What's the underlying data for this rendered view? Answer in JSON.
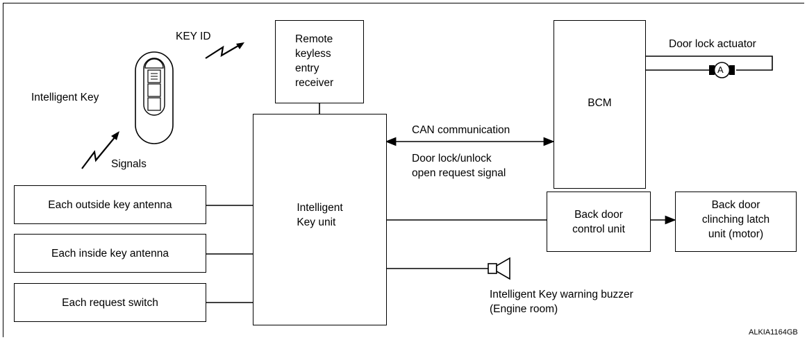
{
  "labels": {
    "key_id": "KEY ID",
    "intelligent_key": "Intelligent Key",
    "signals": "Signals",
    "remote_keyless_receiver": "Remote\nkeyless\nentry\nreceiver",
    "intelligent_key_unit": "Intelligent\nKey unit",
    "bcm": "BCM",
    "door_lock_actuator": "Door lock actuator",
    "actuator_symbol": "A",
    "can_communication": "CAN communication",
    "door_lock_signal": "Door lock/unlock\nopen request signal",
    "outside_antenna": "Each outside key antenna",
    "inside_antenna": "Each inside key antenna",
    "request_switch": "Each request switch",
    "back_door_control": "Back door\ncontrol unit",
    "back_door_latch": "Back door\nclinching latch\nunit (motor)",
    "buzzer": "Intelligent Key warning buzzer\n(Engine room)",
    "figure_code": "ALKIA1164GB"
  }
}
